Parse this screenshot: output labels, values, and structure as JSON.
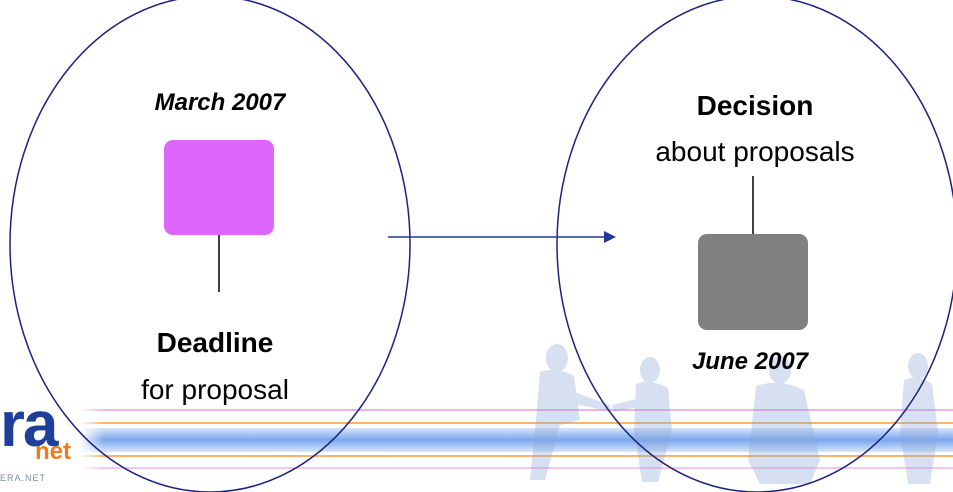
{
  "left_event": {
    "date": "March 2007",
    "title": "Deadline",
    "subtitle": "for proposal",
    "color": "#dd66ff"
  },
  "right_event": {
    "date": "June 2007",
    "title": "Decision",
    "subtitle": "about proposals",
    "color": "#808080"
  },
  "logo": {
    "main": "ra",
    "sub": "net",
    "url": "ERA.NET"
  },
  "colors": {
    "ellipse_stroke": "#1a237e",
    "arrow": "#1f3a9c",
    "stripe_blue": "#2a6fe0",
    "stripe_orange": "#f5a24a",
    "stripe_pink": "#e56ad6"
  }
}
